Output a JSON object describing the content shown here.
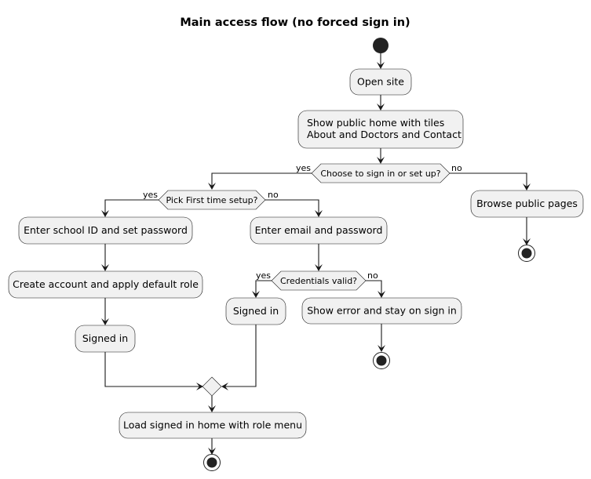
{
  "title": "Main access flow (no forced sign in)",
  "nodes": {
    "open_site": "Open site",
    "show_home_line1": "Show public home with tiles",
    "show_home_line2": "About and Doctors and Contact",
    "choose_decision": "Choose to sign in or set up?",
    "pick_decision": "Pick First time setup?",
    "enter_school": "Enter school ID and set password",
    "create_account": "Create account and apply default role",
    "signed_in_left": "Signed in",
    "enter_email": "Enter email and password",
    "credentials_decision": "Credentials valid?",
    "signed_in_mid": "Signed in",
    "show_error": "Show error and stay on sign in",
    "browse_public": "Browse public pages",
    "load_home": "Load signed in home with role menu"
  },
  "branches": {
    "choose_yes": "yes",
    "choose_no": "no",
    "pick_yes": "yes",
    "pick_no": "no",
    "cred_yes": "yes",
    "cred_no": "no"
  }
}
